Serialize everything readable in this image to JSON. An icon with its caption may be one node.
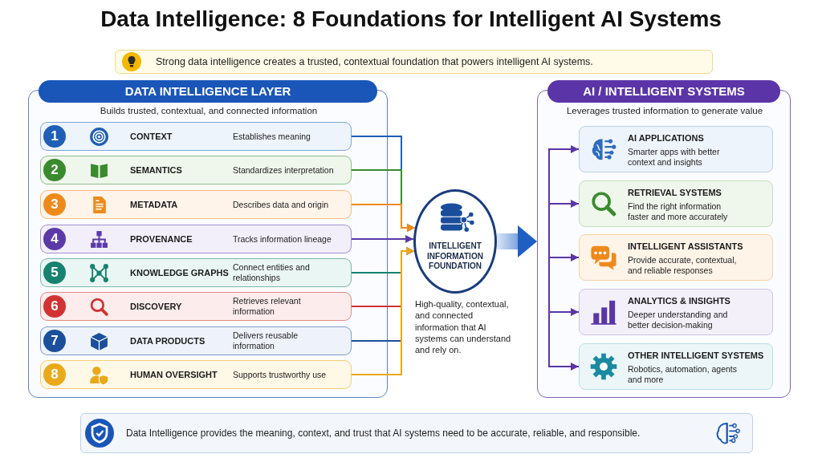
{
  "diagram": {
    "title": "Data Intelligence: 8 Foundations for Intelligent AI Systems",
    "nodes": [
      {
        "text": [
          "Strong data intelligence creates a trusted, contextual foundation that powers intelligent AI systems."
        ]
      },
      {
        "text": [
          "DATA INTELLIGENCE LAYER",
          "Builds trusted, contextual, and connected information"
        ]
      },
      {
        "text": [
          "1",
          "CONTEXT",
          "Establishes meaning"
        ],
        "in": 1
      },
      {
        "text": [
          "2",
          "SEMANTICS",
          "Standardizes interpretation"
        ],
        "in": 1
      },
      {
        "text": [
          "3",
          "METADATA",
          "Describes data and origin"
        ],
        "in": 1
      },
      {
        "text": [
          "4",
          "PROVENANCE",
          "Tracks information lineage"
        ],
        "in": 1
      },
      {
        "text": [
          "5",
          "KNOWLEDGE GRAPHS",
          "Connect entities and relationships"
        ],
        "in": 1
      },
      {
        "text": [
          "6",
          "DISCOVERY",
          "Retrieves relevant information"
        ],
        "in": 1
      },
      {
        "text": [
          "7",
          "DATA PRODUCTS",
          "Delivers reusable information"
        ],
        "in": 1
      },
      {
        "text": [
          "8",
          "HUMAN OVERSIGHT",
          "Supports trustworthy use"
        ],
        "in": 1
      },
      {
        "text": [
          "INTELLIGENT INFORMATION FOUNDATION"
        ],
        "beside": [
          "High-quality, contextual, and connected information that AI systems can understand and rely on."
        ]
      },
      {
        "text": [
          "AI / INTELLIGENT SYSTEMS",
          "Leverages trusted information to generate value"
        ]
      },
      {
        "text": [
          "AI APPLICATIONS",
          "Smarter apps with better context and insights"
        ],
        "in": 11
      },
      {
        "text": [
          "RETRIEVAL SYSTEMS",
          "Find the right information faster and more accurately"
        ],
        "in": 11
      },
      {
        "text": [
          "INTELLIGENT ASSISTANTS",
          "Provide accurate, contextual, and reliable responses"
        ],
        "in": 11
      },
      {
        "text": [
          "ANALYTICS & INSIGHTS",
          "Deeper understanding and better decision-making"
        ],
        "in": 11
      },
      {
        "text": [
          "OTHER INTELLIGENT SYSTEMS",
          "Robotics, automation, agents and more"
        ],
        "in": 11
      },
      {
        "text": [
          "Data Intelligence provides the meaning, context, and trust that AI systems need to be accurate, reliable, and responsible."
        ]
      }
    ],
    "edges": [
      {
        "from": 2,
        "to": 10,
        "arrow": "to",
        "color": "#1f5fb5"
      },
      {
        "from": 3,
        "to": 10,
        "arrow": "to",
        "color": "#3a8a2e"
      },
      {
        "from": 4,
        "to": 10,
        "arrow": "to",
        "color": "#ee8a1c"
      },
      {
        "from": 5,
        "to": 10,
        "arrow": "to",
        "color": "#5b3aa8"
      },
      {
        "from": 6,
        "to": 10,
        "arrow": "to",
        "color": "#17826f"
      },
      {
        "from": 7,
        "to": 10,
        "arrow": "to",
        "color": "#d23232"
      },
      {
        "from": 8,
        "to": 10,
        "arrow": "to",
        "color": "#1b4f9c"
      },
      {
        "from": 9,
        "to": 10,
        "arrow": "to",
        "color": "#e9a91a"
      },
      {
        "from": 10,
        "to": 11,
        "arrow": "to",
        "style": "thick",
        "color": "#1f5fc4"
      },
      {
        "from": null,
        "to": 12,
        "arrow": "to",
        "color": "#5b35a8"
      },
      {
        "from": null,
        "to": 13,
        "arrow": "to",
        "color": "#5b35a8"
      },
      {
        "from": null,
        "to": 14,
        "arrow": "to",
        "color": "#5b35a8"
      },
      {
        "from": null,
        "to": 15,
        "arrow": "to",
        "color": "#5b35a8"
      },
      {
        "from": null,
        "to": 16,
        "arrow": "to",
        "color": "#5b35a8"
      }
    ]
  }
}
